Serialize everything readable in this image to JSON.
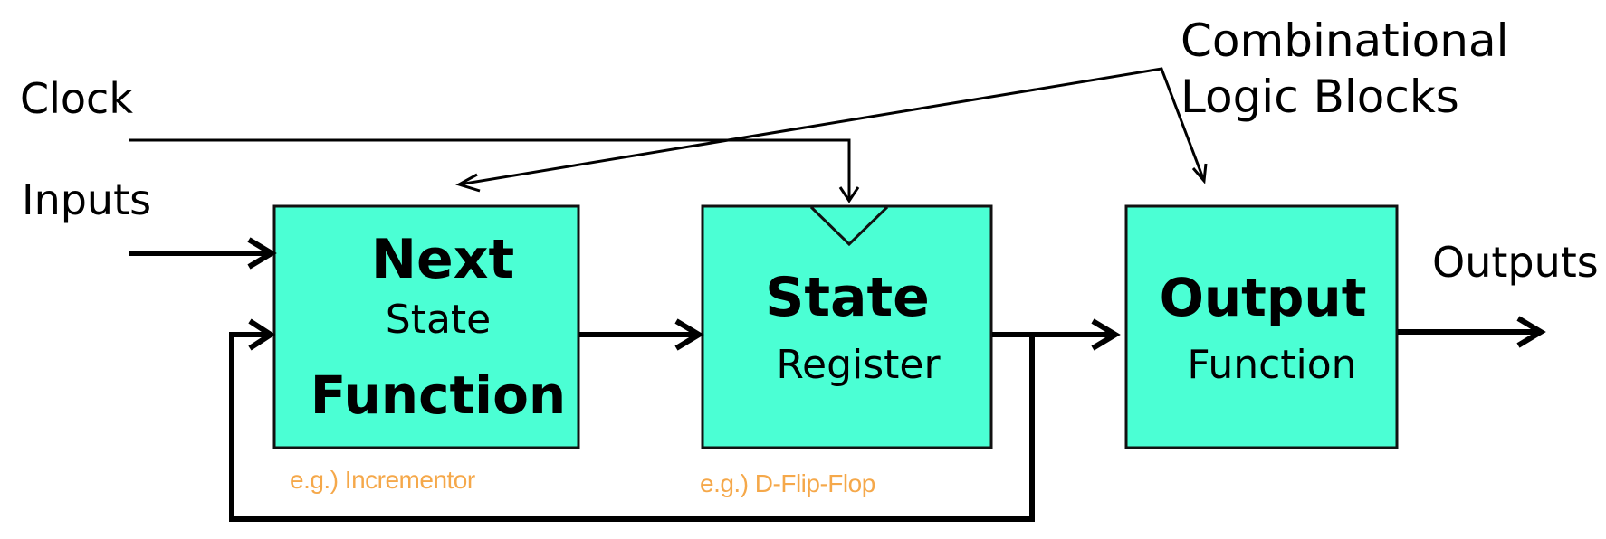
{
  "colors": {
    "block_fill": "#4bffd4",
    "note": "#f5a84a",
    "line": "#000000"
  },
  "labels": {
    "clock": "Clock",
    "inputs": "Inputs",
    "outputs": "Outputs",
    "combinational_line1": "Combinational",
    "combinational_line2": "Logic Blocks"
  },
  "blocks": {
    "next_state": {
      "line1": "Next",
      "line2": "State",
      "line3": "Function",
      "note": "e.g.) Incrementor"
    },
    "state_register": {
      "line1": "State",
      "line2": "Register",
      "note": "e.g.) D-Flip-Flop"
    },
    "output": {
      "line1": "Output",
      "line2": "Function"
    }
  },
  "icons": [
    "arrow-head",
    "clock-triangle-icon"
  ]
}
